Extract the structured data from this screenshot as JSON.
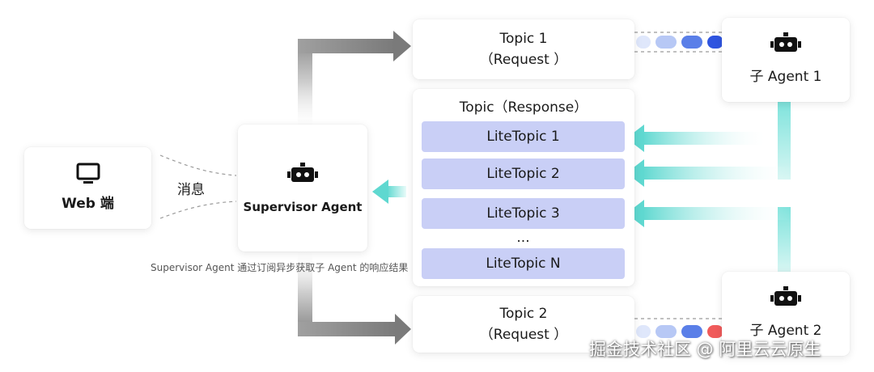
{
  "web": {
    "label": "Web 端",
    "icon": "monitor-icon"
  },
  "message_label": "消息",
  "supervisor": {
    "label": "Supervisor Agent",
    "icon": "robot-icon"
  },
  "topic1": {
    "line1": "Topic 1",
    "line2": "（Request ）"
  },
  "topic2": {
    "line1": "Topic 2",
    "line2": "（Request ）"
  },
  "response": {
    "title": "Topic（Response）",
    "items": [
      {
        "label": "LiteTopic 1"
      },
      {
        "label": "LiteTopic 2"
      },
      {
        "label": "LiteTopic 3"
      },
      {
        "label": "LiteTopic N"
      }
    ],
    "ellipsis": "..."
  },
  "agent1": {
    "label": "子 Agent 1",
    "icon": "robot-icon"
  },
  "agent2": {
    "label": "子 Agent 2",
    "icon": "robot-icon"
  },
  "caption": "Supervisor Agent 通过订阅异步获取子 Agent 的响应结果",
  "watermark": "掘金技术社区 @ 阿里云云原生",
  "colors": {
    "lite_fill": "#c9cff6",
    "arrow_gray": "#8c8c8c",
    "arrow_teal": "#5fd8d0",
    "pill_blue": "#3a62e8",
    "pill_light": "#b7c8f5",
    "pill_red": "#f05a5a"
  }
}
